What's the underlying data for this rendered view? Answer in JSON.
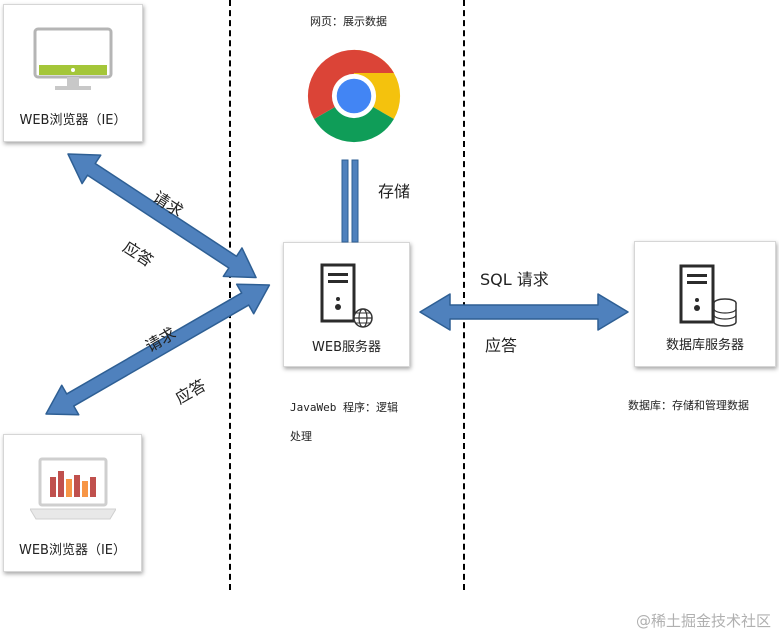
{
  "labels": {
    "browser_top": "WEB浏览器（IE）",
    "browser_bottom": "WEB浏览器（IE）",
    "web_server": "WEB服务器",
    "db_server": "数据库服务器",
    "webpage_caption": "网页：展示数据",
    "storage": "存储",
    "request_top": "请求",
    "response_top": "应答",
    "request_bottom": "请求",
    "response_bottom": "应答",
    "sql_request": "SQL 请求",
    "sql_response": "应答",
    "javaweb_line1": "JavaWeb 程序：逻辑",
    "javaweb_line2": "处理",
    "db_caption": "数据库：存储和管理数据",
    "watermark": "@稀土掘金技术社区"
  },
  "icons": [
    "monitor-icon",
    "laptop-chart-icon",
    "chrome-icon",
    "server-icon",
    "globe-icon",
    "database-icon"
  ],
  "colors": {
    "arrow": "#4f81bd",
    "arrow_outline": "#2e5f94",
    "monitor_green": "#a4c639",
    "chrome_red": "#db4437",
    "chrome_green": "#0f9d58",
    "chrome_yellow": "#f4c20d",
    "chrome_blue": "#4285f4"
  }
}
